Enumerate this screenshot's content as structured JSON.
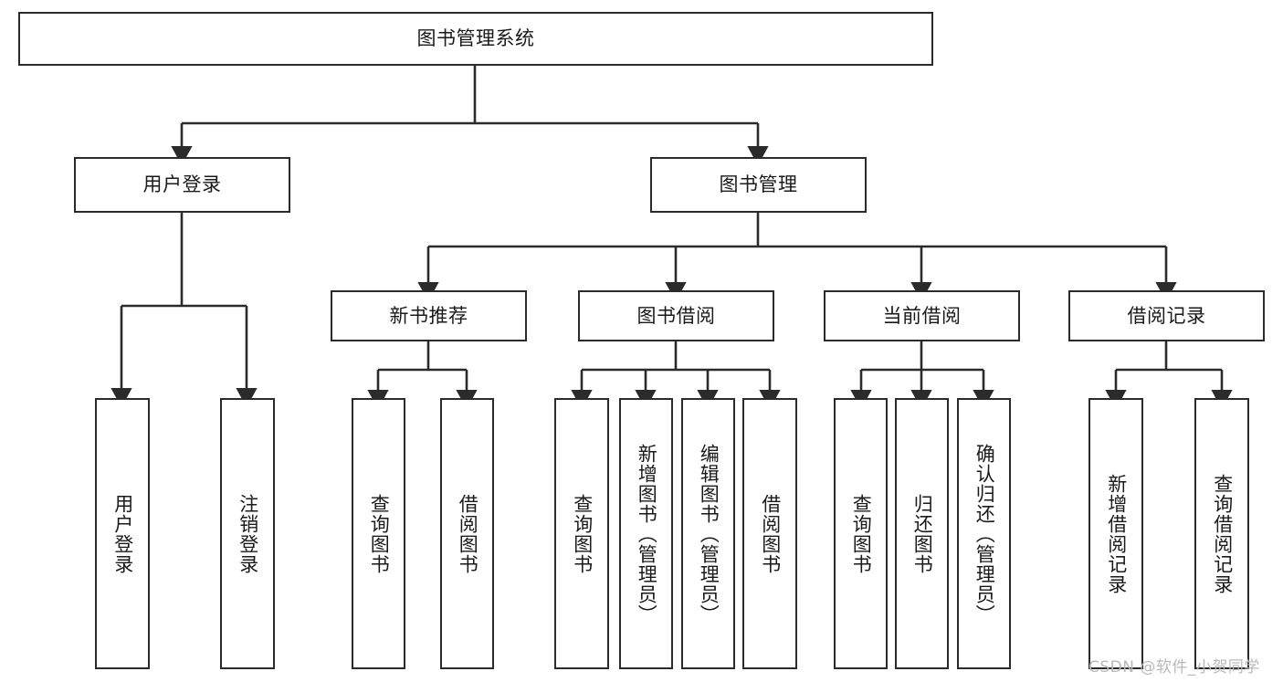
{
  "diagram": {
    "title": "图书管理系统",
    "type": "tree-hierarchy",
    "root": {
      "label": "图书管理系统"
    },
    "level2": [
      {
        "label": "用户登录"
      },
      {
        "label": "图书管理"
      }
    ],
    "level3": [
      {
        "label": "新书推荐"
      },
      {
        "label": "图书借阅"
      },
      {
        "label": "当前借阅"
      },
      {
        "label": "借阅记录"
      }
    ],
    "leaves": {
      "user_login": [
        {
          "label": "用户登录"
        },
        {
          "label": "注销登录"
        }
      ],
      "new_book_recommend": [
        {
          "label": "查询图书"
        },
        {
          "label": "借阅图书"
        }
      ],
      "book_borrow": [
        {
          "label": "查询图书"
        },
        {
          "label": "新增图书（管理员）"
        },
        {
          "label": "编辑图书（管理员）"
        },
        {
          "label": "借阅图书"
        }
      ],
      "current_borrow": [
        {
          "label": "查询图书"
        },
        {
          "label": "归还图书"
        },
        {
          "label": "确认归还（管理员）"
        }
      ],
      "borrow_record": [
        {
          "label": "新增借阅记录"
        },
        {
          "label": "查询借阅记录"
        }
      ]
    }
  },
  "watermark": {
    "text": "CSDN @软件_小贺同学"
  },
  "colors": {
    "border": "#2b2b2b",
    "background": "#ffffff",
    "text": "#1a1a1a",
    "watermark": "#b9b9b9"
  }
}
